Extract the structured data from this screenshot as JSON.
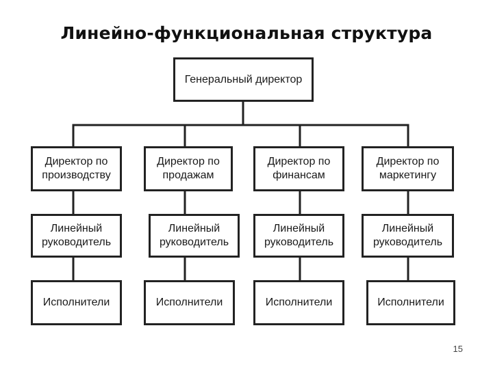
{
  "title": "Линейно-функциональная структура",
  "root": {
    "label": "Генеральный директор"
  },
  "columns": [
    {
      "director": "Директор по\nпроизводству",
      "manager": "Линейный\nруководитель",
      "executors": "Исполнители"
    },
    {
      "director": "Директор по\nпродажам",
      "manager": "Линейный\nруководитель",
      "executors": "Исполнители"
    },
    {
      "director": "Директор по\nфинансам",
      "manager": "Линейный\nруководитель",
      "executors": "Исполнители"
    },
    {
      "director": "Директор по\nмаркетингу",
      "manager": "Линейный\nруководитель",
      "executors": "Исполнители"
    }
  ],
  "page_number": "15"
}
